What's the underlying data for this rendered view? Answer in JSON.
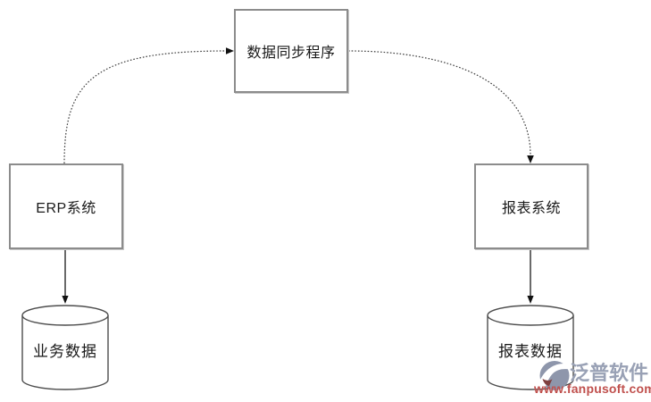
{
  "diagram": {
    "nodes": {
      "sync_program": {
        "label": "数据同步程序",
        "shape": "rectangle"
      },
      "erp_system": {
        "label": "ERP系统",
        "shape": "rectangle"
      },
      "report_system": {
        "label": "报表系统",
        "shape": "rectangle"
      },
      "business_data": {
        "label": "业务数据",
        "shape": "cylinder"
      },
      "report_data": {
        "label": "报表数据",
        "shape": "cylinder"
      }
    },
    "edges": [
      {
        "from": "ERP系统",
        "to": "数据同步程序",
        "style": "dotted",
        "shape": "curved"
      },
      {
        "from": "数据同步程序",
        "to": "报表系统",
        "style": "dotted",
        "shape": "curved"
      },
      {
        "from": "ERP系统",
        "to": "业务数据",
        "style": "solid",
        "shape": "straight"
      },
      {
        "from": "报表系统",
        "to": "报表数据",
        "style": "solid",
        "shape": "straight"
      }
    ],
    "colors": {
      "background": "#ffffff",
      "box_border": "#8c8c8c",
      "shape_outline": "#4d4d4d",
      "line": "#1a1a1a",
      "text": "#1a1a1a"
    }
  },
  "watermark": {
    "brand": "泛普软件",
    "url": "www.fanpusoft.com",
    "brand_color": "#99a1b5",
    "url_color": "#c0504d",
    "logo_body_color": "#8e96ab",
    "logo_accent_color": "#80403f"
  }
}
